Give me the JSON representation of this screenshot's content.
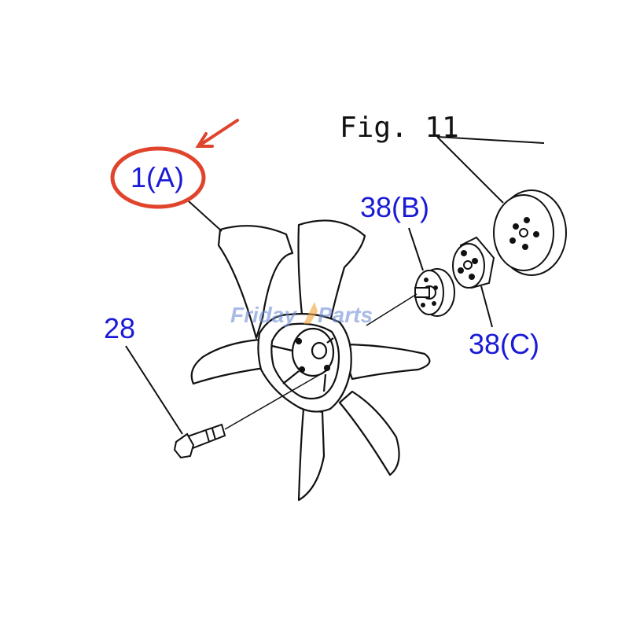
{
  "figure": {
    "title": "Fig. 11"
  },
  "callouts": [
    {
      "id": "fan",
      "label": "1(A)",
      "highlighted": true
    },
    {
      "id": "bolt",
      "label": "28"
    },
    {
      "id": "spacer-b",
      "label": "38(B)"
    },
    {
      "id": "spacer-c",
      "label": "38(C)"
    }
  ],
  "watermark": {
    "text_left": "Friday",
    "text_right": "Parts"
  },
  "colors": {
    "callout_text": "#1a1ad6",
    "highlight_ring": "#e0442c",
    "arrow": "#e0442c",
    "linework": "#111111",
    "watermark_blue": "#6f8fd6",
    "watermark_orange": "#f2a23a"
  }
}
